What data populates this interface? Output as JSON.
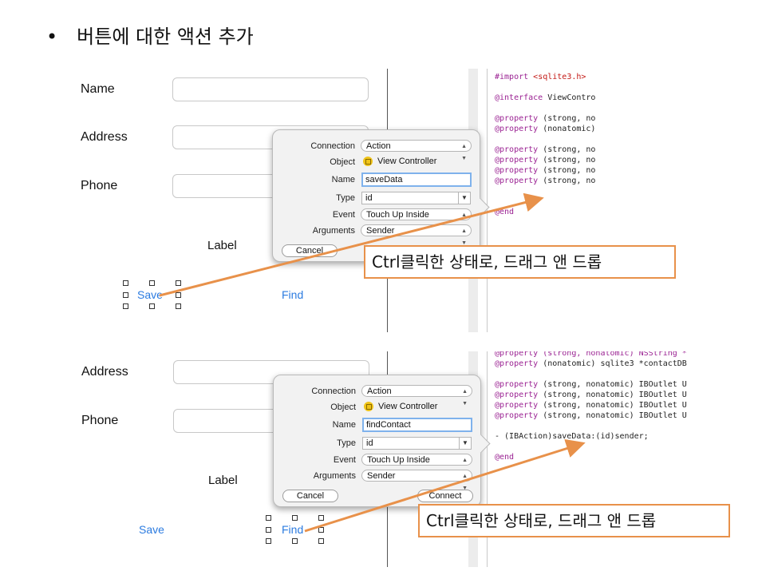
{
  "slide": {
    "bullet": "•",
    "title": "버튼에 대한 액션 추가"
  },
  "form1": {
    "name_label": "Name",
    "address_label": "Address",
    "phone_label": "Phone",
    "label_text": "Label",
    "save_button": "Save",
    "find_button": "Find"
  },
  "form2": {
    "address_label": "Address",
    "phone_label": "Phone",
    "label_text": "Label",
    "save_button": "Save",
    "find_button": "Find"
  },
  "code1": {
    "line1_kw": "#import ",
    "line1_str": "<sqlite3.h>",
    "line2_kw": "@interface",
    "line2_rest": " ViewContro",
    "p1_kw": "@property",
    "p1_rest": " (strong, no",
    "p2_kw": "@property",
    "p2_rest": " (nonatomic)",
    "p3_kw": "@property",
    "p3_rest": " (strong, no",
    "p4_kw": "@property",
    "p4_rest": " (strong, no",
    "p5_kw": "@property",
    "p5_rest": " (strong, no",
    "p6_kw": "@property",
    "p6_rest": " (strong, no",
    "end_kw": "@end"
  },
  "code2": {
    "c0": "@property (strong, nonatomic) NSString *",
    "c1_kw": "@property",
    "c1_rest": " (nonatomic) sqlite3 *contactDB",
    "c2_kw": "@property",
    "c2_rest": " (strong, nonatomic) IBOutlet U",
    "c3_kw": "@property",
    "c3_rest": " (strong, nonatomic) IBOutlet U",
    "c4_kw": "@property",
    "c4_rest": " (strong, nonatomic) IBOutlet U",
    "c5_kw": "@property",
    "c5_rest": " (strong, nonatomic) IBOutlet U",
    "action": "- (IBAction)saveData:(id)sender;",
    "end_kw": "@end"
  },
  "popover1": {
    "connection_label": "Connection",
    "connection_value": "Action",
    "object_label": "Object",
    "object_value": "View Controller",
    "name_label": "Name",
    "name_value": "saveData",
    "type_label": "Type",
    "type_value": "id",
    "event_label": "Event",
    "event_value": "Touch Up Inside",
    "arguments_label": "Arguments",
    "arguments_value": "Sender",
    "cancel": "Cancel"
  },
  "popover2": {
    "connection_label": "Connection",
    "connection_value": "Action",
    "object_label": "Object",
    "object_value": "View Controller",
    "name_label": "Name",
    "name_value": "findContact",
    "type_label": "Type",
    "type_value": "id",
    "event_label": "Event",
    "event_value": "Touch Up Inside",
    "arguments_label": "Arguments",
    "arguments_value": "Sender",
    "cancel": "Cancel",
    "connect": "Connect"
  },
  "callout1": "Ctrl클릭한 상태로, 드래그 앤 드롭",
  "callout2": "Ctrl클릭한 상태로, 드래그 앤 드롭",
  "colors": {
    "accent_orange": "#e8914a",
    "link_blue": "#2b7be0",
    "keyword_purple": "#9b2393",
    "string_red": "#c41a16"
  },
  "icons": {
    "bullet": "bullet-icon",
    "view_controller": "view-controller-icon",
    "popup_arrows": "popup-arrows-icon",
    "dropdown": "dropdown-arrow-icon"
  }
}
